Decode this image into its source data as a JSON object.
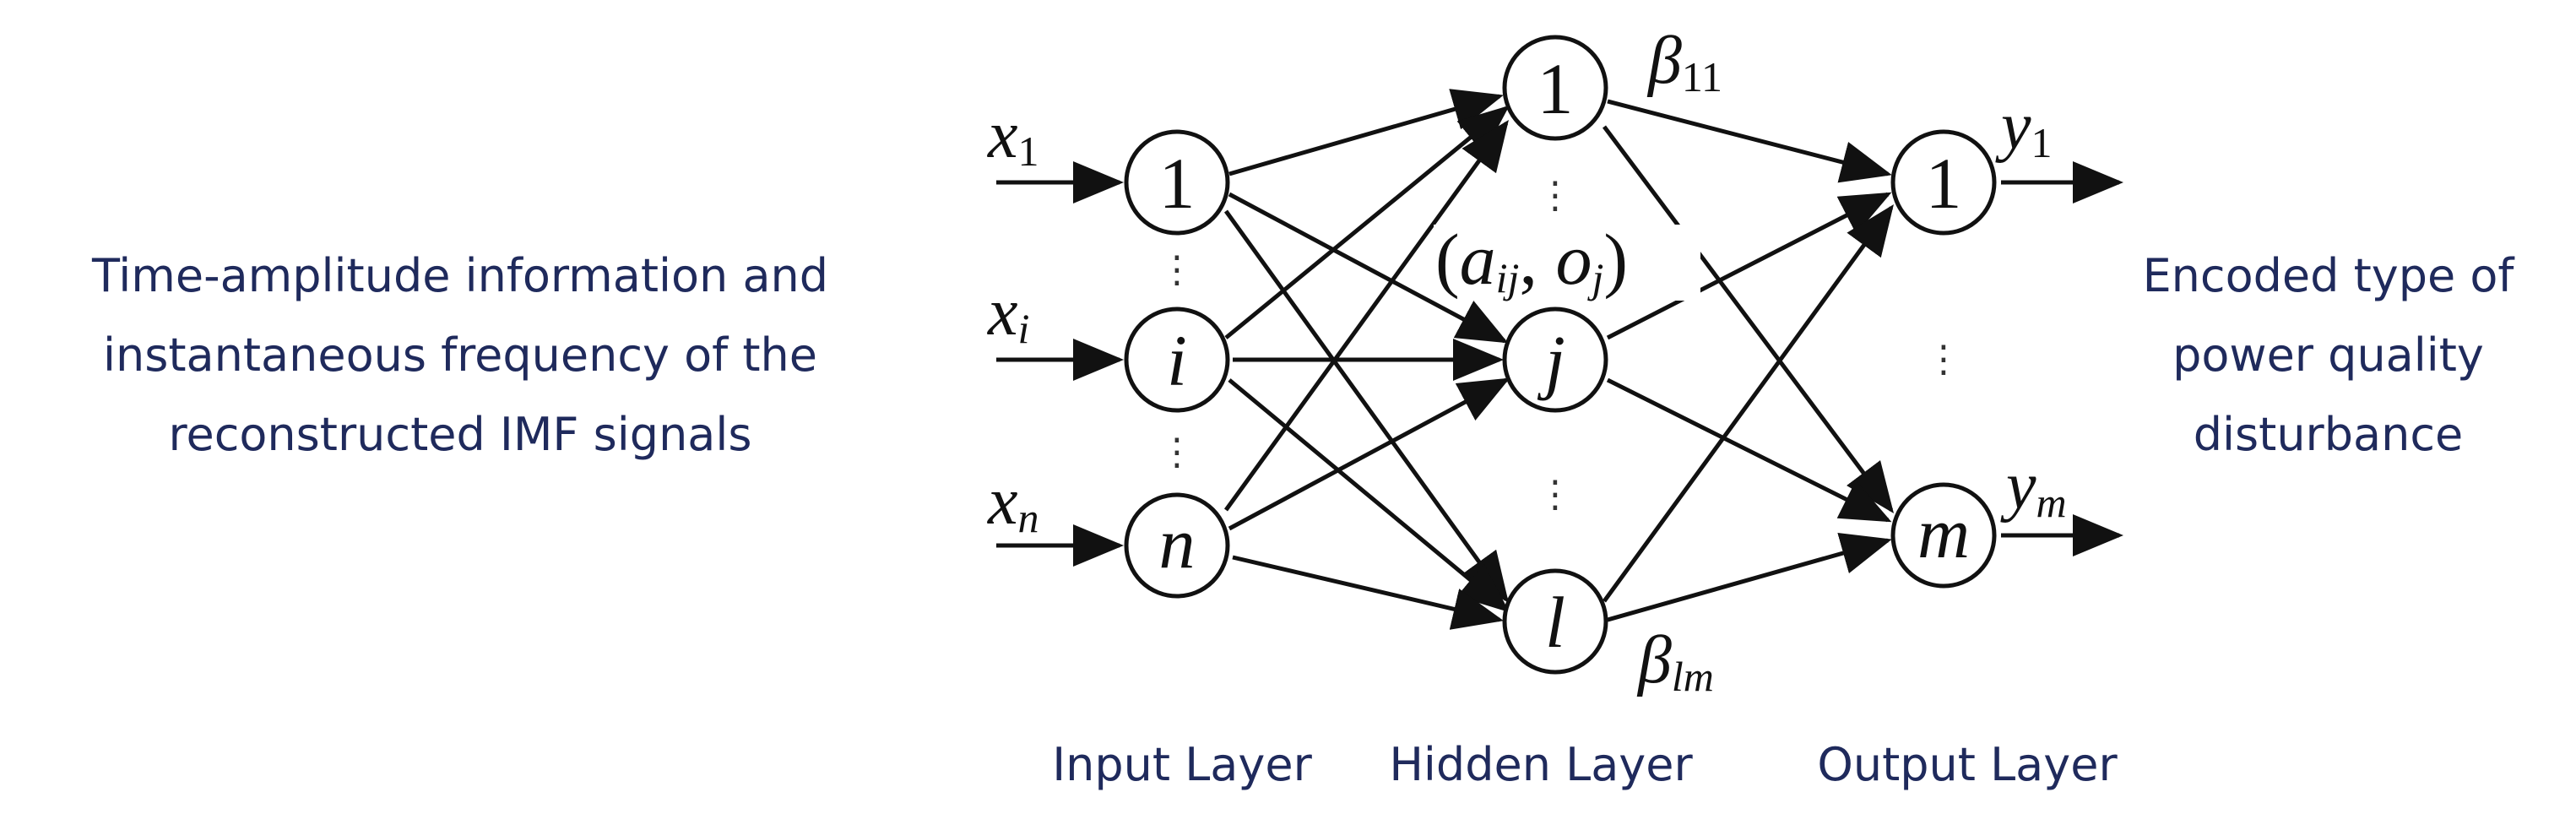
{
  "input_description": {
    "line1": "Time-amplitude information and",
    "line2": "instantaneous frequency of the",
    "line3": "reconstructed IMF signals"
  },
  "output_description": {
    "line1": "Encoded type of",
    "line2": "power quality",
    "line3": "disturbance"
  },
  "layers": {
    "input_label": "Input Layer",
    "hidden_label": "Hidden Layer",
    "output_label": "Output Layer"
  },
  "input_nodes": [
    "1",
    "i",
    "n"
  ],
  "hidden_nodes": [
    "1",
    "j",
    "l"
  ],
  "output_nodes": [
    "1",
    "m"
  ],
  "input_vars": [
    {
      "base": "x",
      "sub": "1"
    },
    {
      "base": "x",
      "sub": "i"
    },
    {
      "base": "x",
      "sub": "n"
    }
  ],
  "output_vars": [
    {
      "base": "y",
      "sub": "1"
    },
    {
      "base": "y",
      "sub": "m"
    }
  ],
  "weights": {
    "beta_top": {
      "symbol": "β",
      "sub": "11"
    },
    "beta_bottom": {
      "symbol": "β",
      "sub": "lm"
    }
  },
  "hidden_param": {
    "open": "(",
    "a": "a",
    "a_sub": "ij",
    "sep": ", ",
    "o": "o",
    "o_sub": "j",
    "close": ")"
  },
  "ellipsis": "⋮"
}
